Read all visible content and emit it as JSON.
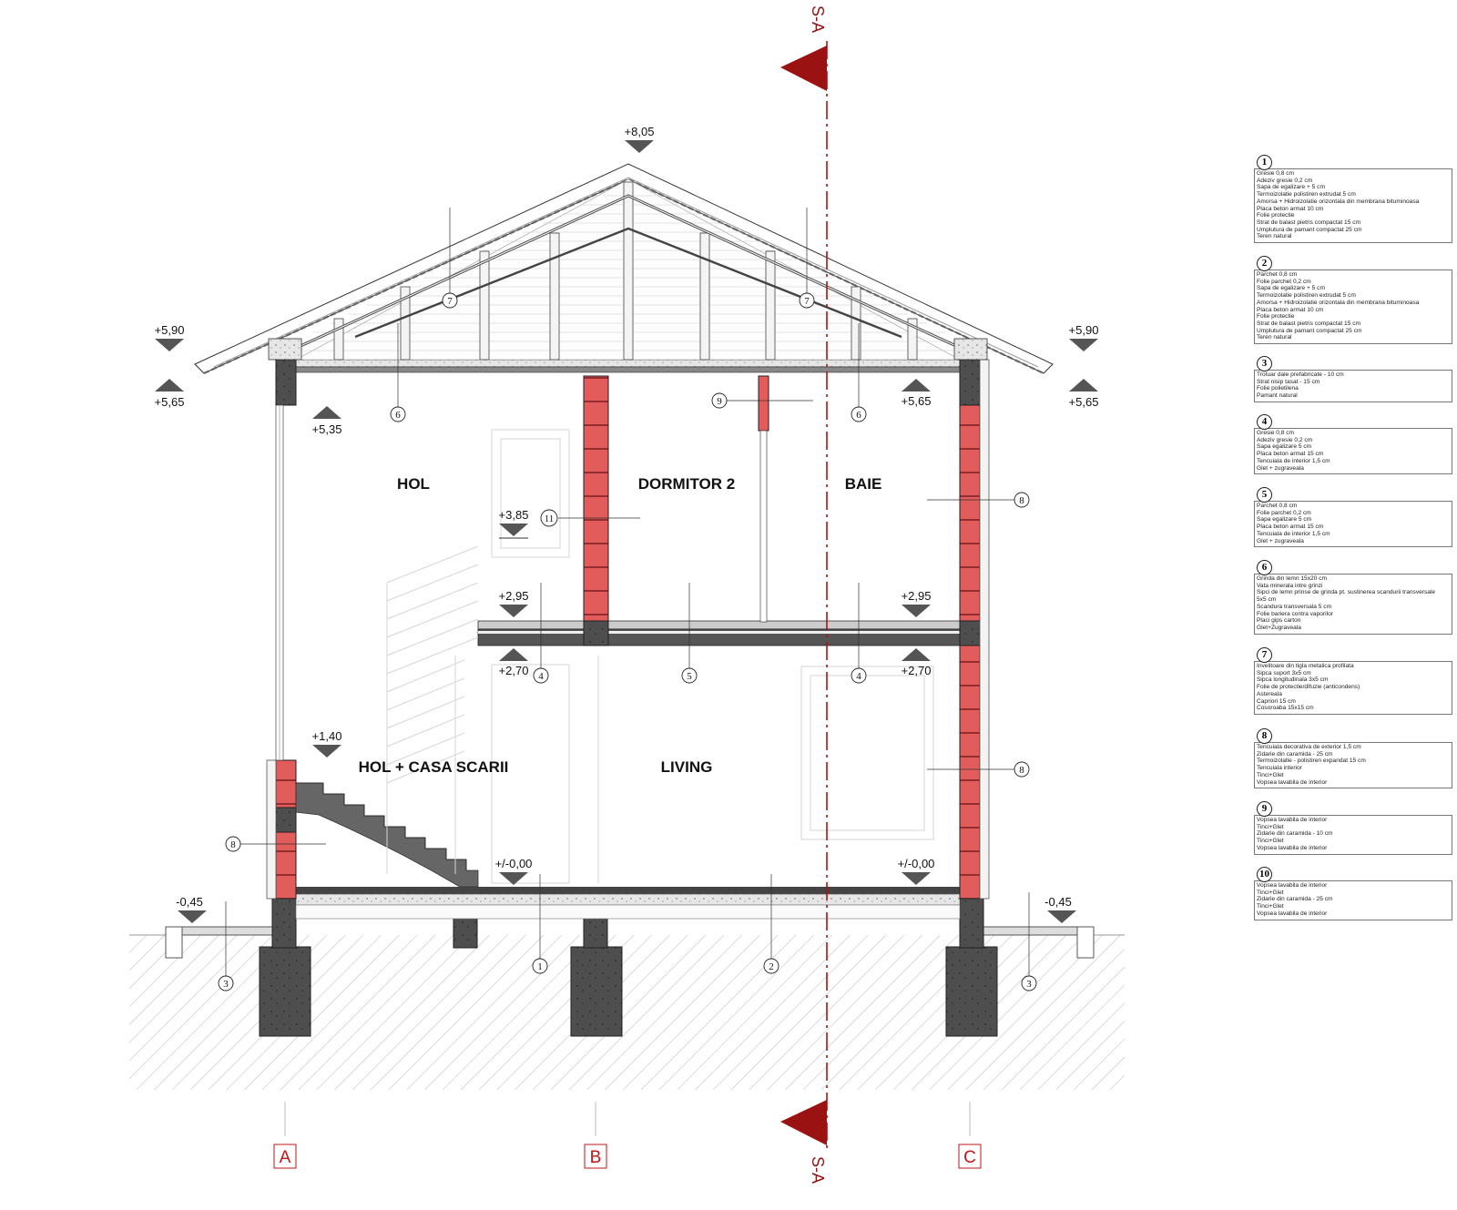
{
  "section_marker": {
    "label": "S-A",
    "color": "#b01010"
  },
  "rooms": {
    "upper_left": "HOL",
    "upper_mid": "DORMITOR 2",
    "upper_right": "BAIE",
    "lower_left": "HOL + CASA SCARII",
    "lower_right": "LIVING"
  },
  "levels": {
    "ridge": "+8,05",
    "eave_left_top": "+5,90",
    "eave_left_bottom": "+5,65",
    "eave_right_top": "+5,90",
    "eave_right_bottom": "+5,65",
    "ceiling_right": "+5,65",
    "ceiling_left": "+5,35",
    "landing": "+3,85",
    "floor1_left": "+2,95",
    "floor1_right": "+2,95",
    "slab_under_left": "+2,70",
    "slab_under_right": "+2,70",
    "stair_start": "+1,40",
    "ground_floor_left": "+/-0,00",
    "ground_floor_right": "+/-0,00",
    "terrain_left": "-0,45",
    "terrain_right": "-0,45"
  },
  "axes": [
    "A",
    "B",
    "C"
  ],
  "callouts": {
    "c7a": "7",
    "c7b": "7",
    "c6a": "6",
    "c6b": "6",
    "c9": "9",
    "c11": "11",
    "c8a": "8",
    "c8b": "8",
    "c8c": "8",
    "c4a": "4",
    "c4b": "4",
    "c5": "5",
    "c1": "1",
    "c2": "2",
    "c3a": "3",
    "c3b": "3"
  },
  "legend": [
    {
      "num": "1",
      "lines": [
        "Gresie 0,8 cm",
        "Adeziv gresie 0,2 cm",
        "Sapa de egalizare + 5 cm",
        "Termoizolatie polistiren extrudat 5 cm",
        "Amorsa + Hidroizolatie orizontala din membrana bituminoasa",
        "Placa beton armat 10 cm",
        "Folie protectie",
        "Strat de balast pietris compactat 15 cm",
        "Umplutura de pamant compactat 25 cm",
        "Teren natural"
      ]
    },
    {
      "num": "2",
      "lines": [
        "Parchet 0,8 cm",
        "Folie parchet 0,2 cm",
        "Sapa de egalizare + 5 cm",
        "Termoizolatie polistiren extrudat 5 cm",
        "Amorsa + Hidroizolatie orizontala din membrana bituminoasa",
        "Placa beton armat 10 cm",
        "Folie protectie",
        "Strat de balast pietris compactat 15 cm",
        "Umplutura de pamant compactat 25 cm",
        "Teren natural"
      ]
    },
    {
      "num": "3",
      "lines": [
        "Trotuar dale prefabricate - 10 cm",
        "Strat nisip tasat - 15 cm",
        "Folie polietilena",
        "Pamant natural"
      ]
    },
    {
      "num": "4",
      "lines": [
        "Gresie 0,8 cm",
        "Adeziv gresie 0,2 cm",
        "Sapa egalizare 5 cm",
        "Placa beton armat 15 cm",
        "Tencuiala de interior 1,5 cm",
        "Glet + zugraveala"
      ]
    },
    {
      "num": "5",
      "lines": [
        "Parchet 0,8 cm",
        "Folie parchet 0,2 cm",
        "Sapa egalizare 5 cm",
        "Placa beton armat 15 cm",
        "Tencuiala de interior 1,5 cm",
        "Glet + zugraveala"
      ]
    },
    {
      "num": "6",
      "lines": [
        "Grinda din lemn 15x20 cm",
        "Vata minerala intre grinzi",
        "Sipci de lemn prinse de grinda pt. sustinerea scandurii transversale",
        "5x5 cm",
        "Scandura transversala 5 cm",
        "Folie bariera contra vaporilor",
        "Placi gips carton",
        "Glet+Zugraveala"
      ]
    },
    {
      "num": "7",
      "lines": [
        "Invelitoare din tigla metalica profilata",
        "Sipca suport 3x5 cm",
        "Sipca longitudinala 3x5 cm",
        "Folie de protectie/difuzie (anticondens)",
        "Astereala",
        "Capriori 15 cm",
        "Cosoroaba 15x15 cm"
      ]
    },
    {
      "num": "8",
      "lines": [
        "Tencuiala decorativa de exterior 1,5 cm",
        "Zidarie din caramida - 25 cm",
        "Termoizolatie - polistiren expandat 15 cm",
        "Tencuiala interior",
        "Tinci+Glet",
        "Vopsea lavabila de interior"
      ]
    },
    {
      "num": "9",
      "lines": [
        "Vopsea lavabila de interior",
        "Tinci+Glet",
        "Zidarie din caramida - 10 cm",
        "Tinci+Glet",
        "Vopsea lavabila de interior"
      ]
    },
    {
      "num": "10",
      "lines": [
        "Vopsea lavabila de interior",
        "Tinci+Glet",
        "Zidarie din caramida - 25 cm",
        "Tinci+Glet",
        "Vopsea lavabila de interior"
      ]
    }
  ]
}
